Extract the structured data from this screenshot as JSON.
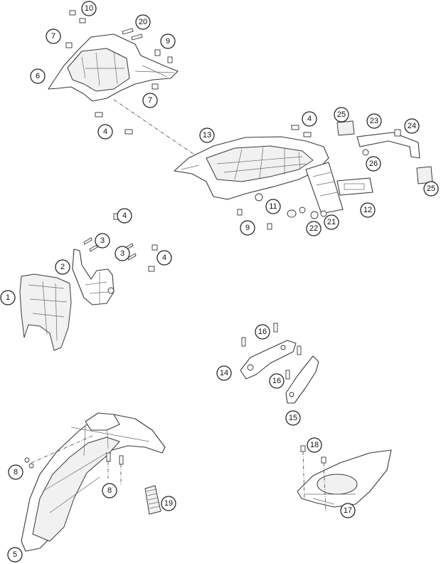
{
  "callouts": [
    "10",
    "20",
    "7",
    "9",
    "6",
    "7",
    "4",
    "13",
    "4",
    "25",
    "23",
    "24",
    "26",
    "25",
    "12",
    "11",
    "9",
    "22",
    "21",
    "4",
    "3",
    "3",
    "4",
    "2",
    "1",
    "16",
    "14",
    "16",
    "15",
    "8",
    "8",
    "19",
    "18",
    "5",
    "17"
  ]
}
